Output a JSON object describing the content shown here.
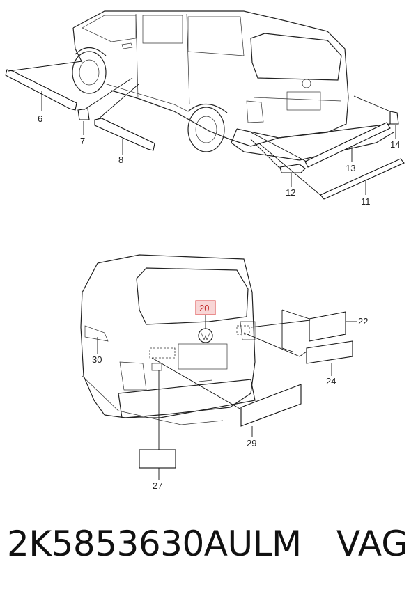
{
  "callouts_top": [
    "6",
    "7",
    "8",
    "14",
    "13",
    "12",
    "11"
  ],
  "callouts_bottom": [
    "20",
    "22",
    "30",
    "24",
    "29",
    "27"
  ],
  "highlighted_callout": "20",
  "highlight_color": "#e05a5a",
  "part_number": "2K5853630AULM",
  "brand": "VAG"
}
